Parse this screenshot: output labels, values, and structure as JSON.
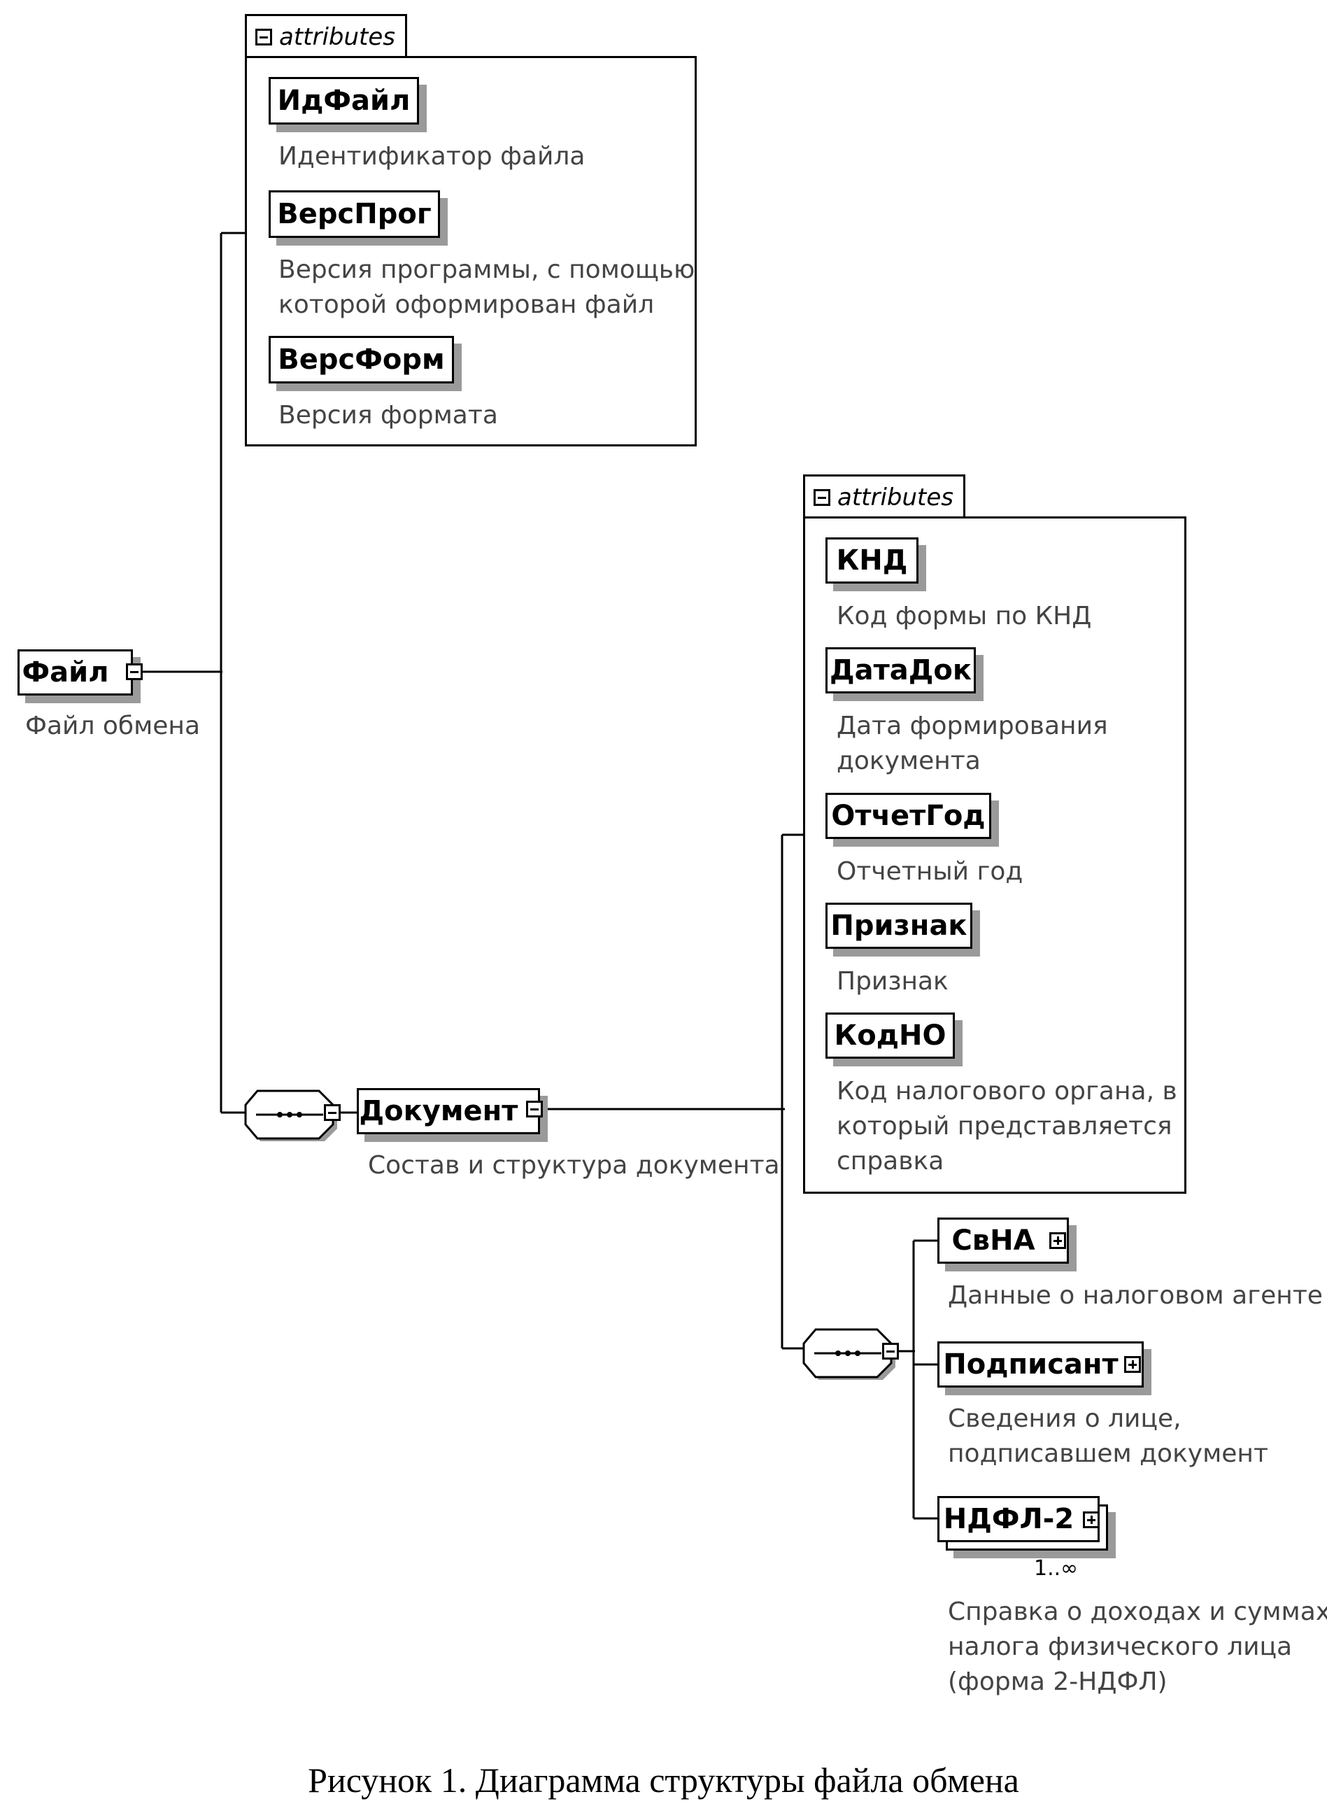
{
  "elements": {
    "file": {
      "name": "Файл",
      "desc": "Файл обмена"
    },
    "document": {
      "name": "Документ",
      "desc": "Состав и структура документа"
    },
    "svna": {
      "name": "СвНА",
      "desc": "Данные о налоговом агенте"
    },
    "signer": {
      "name": "Подписант",
      "desc_lines": [
        "Сведения о лице,",
        "подписавшем документ"
      ]
    },
    "ndfl2": {
      "name": "НДФЛ-2",
      "multiplicity": "1..∞",
      "desc_lines": [
        "Справка о доходах и суммах",
        "налога физического лица",
        "(форма 2-НДФЛ)"
      ]
    }
  },
  "file_attributes": {
    "tab_label": "attributes",
    "items": [
      {
        "name": "ИдФайл",
        "desc_lines": [
          "Идентификатор файла"
        ]
      },
      {
        "name": "ВерсПрог",
        "desc_lines": [
          "Версия программы, с помощью",
          "которой оформирован файл"
        ]
      },
      {
        "name": "ВерсФорм",
        "desc_lines": [
          "Версия формата"
        ]
      }
    ]
  },
  "document_attributes": {
    "tab_label": "attributes",
    "items": [
      {
        "name": "КНД",
        "desc_lines": [
          "Код формы по КНД"
        ]
      },
      {
        "name": "ДатаДок",
        "desc_lines": [
          "Дата формирования",
          "документа"
        ]
      },
      {
        "name": "ОтчетГод",
        "desc_lines": [
          "Отчетный год"
        ]
      },
      {
        "name": "Признак",
        "desc_lines": [
          "Признак"
        ]
      },
      {
        "name": "КодНО",
        "desc_lines": [
          "Код налогового органа, в",
          "который представляется",
          "справка"
        ]
      }
    ]
  },
  "caption": "Рисунок 1. Диаграмма структуры файла обмена"
}
